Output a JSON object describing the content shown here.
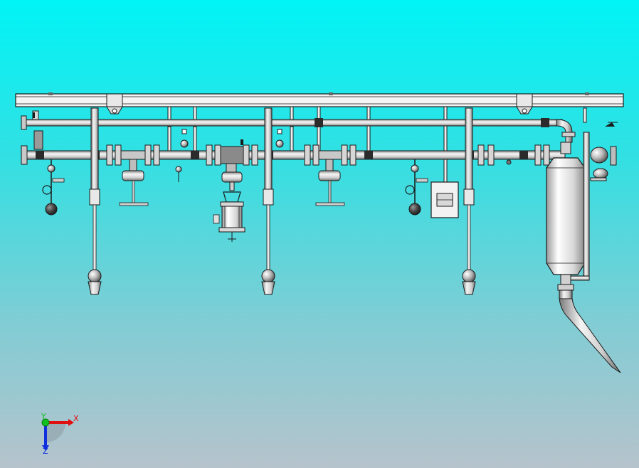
{
  "axis_triad": {
    "x_label": "X",
    "y_label": "Y",
    "z_label": "Z",
    "x_color": "#e01010",
    "y_color": "#10c020",
    "z_color": "#1030e0"
  },
  "colors": {
    "background_top": "#00f4f6",
    "background_bottom": "#b6c3cc",
    "metal_light": "#f4f4f4",
    "metal_mid": "#bdbdbd",
    "metal_dark": "#6a6a6a",
    "outline": "#1a1a1a",
    "ball": "#4a4a4a"
  },
  "model_parts": [
    "overhead-support-beam",
    "upper-pipe-line",
    "main-pipe-line",
    "hanger-rods",
    "gate-valves",
    "control-valve-actuator",
    "electrical-box",
    "separator-vessel",
    "outlet-elbow-pipe",
    "drop-legs",
    "flanges",
    "ball-floats"
  ]
}
